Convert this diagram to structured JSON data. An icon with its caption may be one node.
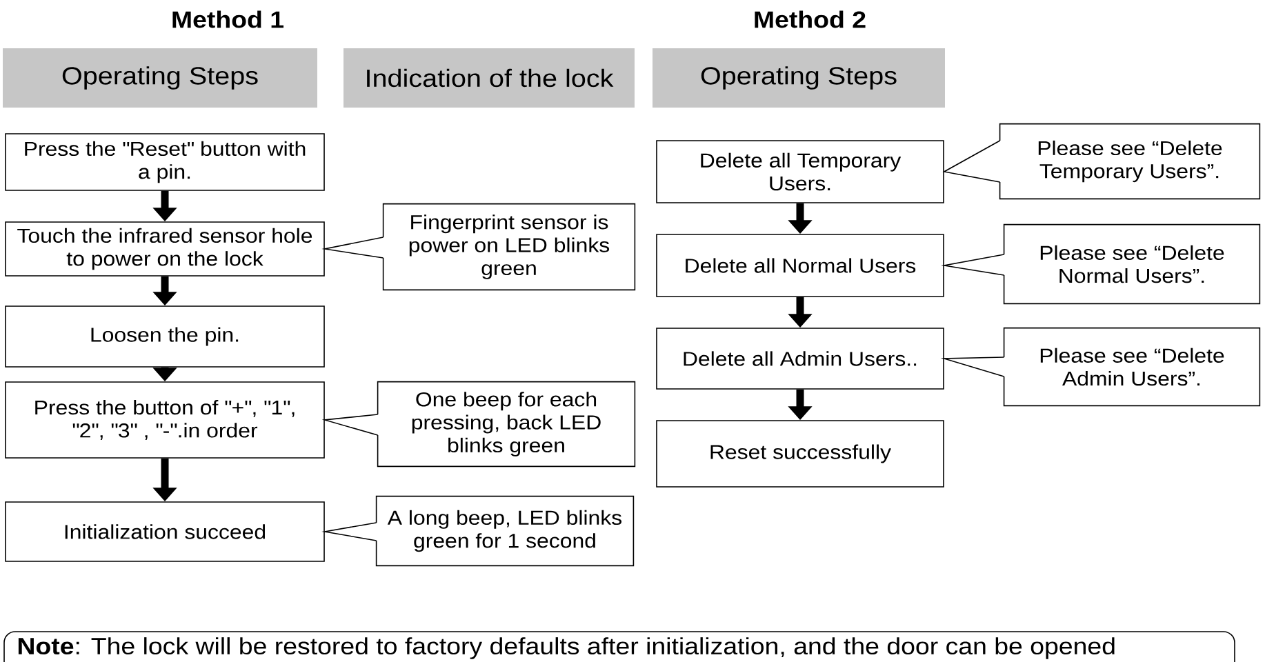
{
  "diagram": {
    "nodes": [
      {
        "text": [
          "Operating Steps"
        ]
      },
      {
        "text": [
          "Indication of the lock"
        ]
      },
      {
        "text": [
          "Operating Steps"
        ]
      },
      {
        "text": [
          "Press the \"Reset\" button with a pin."
        ]
      },
      {
        "text": [
          "Touch the infrared sensor hole to power on the lock"
        ]
      },
      {
        "text": [
          "Fingerprint sensor is power on LED blinks green"
        ]
      },
      {
        "text": [
          "Loosen the pin."
        ]
      },
      {
        "text": [
          "Press the button of \"+\", \"1\", \"2\", \"3\" , \"-\".in order"
        ]
      },
      {
        "text": [
          "One beep for each pressing, back LED blinks green"
        ]
      },
      {
        "text": [
          "Initialization succeed"
        ]
      },
      {
        "text": [
          "A long beep, LED blinks green for 1 second"
        ]
      },
      {
        "text": [
          "Delete all Temporary Users."
        ]
      },
      {
        "text": [
          "Please see “Delete Temporary Users”."
        ]
      },
      {
        "text": [
          "Delete all Normal Users"
        ]
      },
      {
        "text": [
          "Please see “Delete Normal Users”."
        ]
      },
      {
        "text": [
          "Delete all Admin Users.."
        ]
      },
      {
        "text": [
          "Please see “Delete Admin Users”."
        ]
      },
      {
        "text": [
          "Reset successfully"
        ]
      },
      {
        "text": [
          "**Note**: The lock will be restored to factory defaults after initialization, and the door can be opened"
        ]
      }
    ],
    "edges": [
      {
        "from": 3,
        "to": 4,
        "arrow": "to"
      },
      {
        "from": 4,
        "to": 6,
        "arrow": "to"
      },
      {
        "from": 6,
        "to": 7,
        "arrow": "to"
      },
      {
        "from": 7,
        "to": 9,
        "arrow": "to"
      },
      {
        "from": 11,
        "to": 13,
        "arrow": "to"
      },
      {
        "from": 13,
        "to": 15,
        "arrow": "to"
      },
      {
        "from": 15,
        "to": 17,
        "arrow": "to"
      },
      {
        "from": 5,
        "to": 4,
        "arrow": "none"
      },
      {
        "from": 8,
        "to": 7,
        "arrow": "none"
      },
      {
        "from": 10,
        "to": 9,
        "arrow": "none"
      },
      {
        "from": 12,
        "to": 11,
        "arrow": "none"
      },
      {
        "from": 14,
        "to": 13,
        "arrow": "none"
      },
      {
        "from": 16,
        "to": 15,
        "arrow": "none"
      }
    ],
    "labels": [
      "Method 1",
      "Method 2"
    ]
  }
}
